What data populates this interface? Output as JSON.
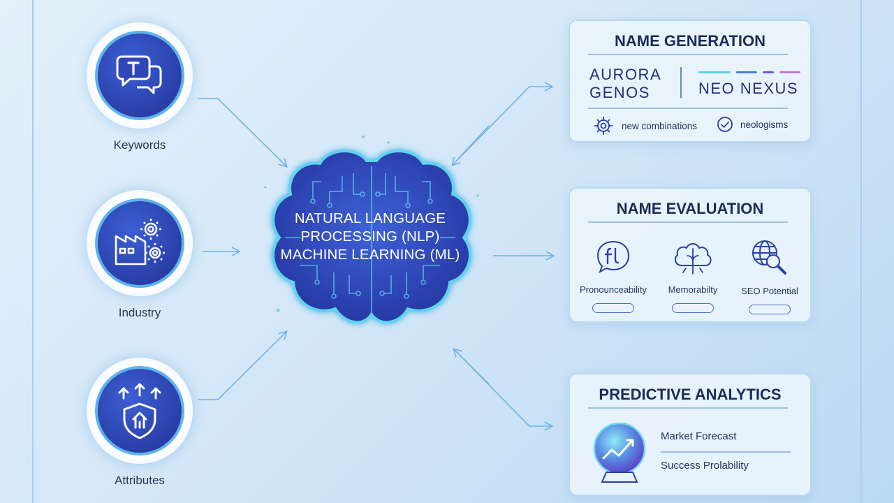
{
  "inputs": [
    {
      "label": "Keywords",
      "icon": "chat-bubbles-icon"
    },
    {
      "label": "Industry",
      "icon": "factory-gears-icon"
    },
    {
      "label": "Attributes",
      "icon": "shield-arrows-icon"
    }
  ],
  "core": {
    "line1": "NATURAL LANGUAGE",
    "line2": "PROCESSING (NLP)",
    "line3": "MACHINE LEARNING (ML)",
    "icon": "circuit-brain-icon"
  },
  "name_generation": {
    "title": "NAME GENERATION",
    "brand_a_line1": "AURORA",
    "brand_a_line2": "GENOS",
    "brand_b": "NEO NEXUS",
    "features": [
      {
        "label": "new combinations",
        "icon": "gear-icon"
      },
      {
        "label": "neologisms",
        "icon": "check-circle-icon"
      }
    ]
  },
  "name_evaluation": {
    "title": "NAME EVALUATION",
    "items": [
      {
        "label": "Pronounceability",
        "icon": "speech-fl-icon"
      },
      {
        "label": "Memorabilty",
        "icon": "brain-cloud-icon"
      },
      {
        "label": "SEO Potential",
        "icon": "globe-magnifier-icon"
      }
    ]
  },
  "predictive_analytics": {
    "title": "PREDICTIVE ANALYTICS",
    "metrics": [
      "Market Forecast",
      "Success Prolability"
    ],
    "icon": "crystal-ball-chart-icon"
  },
  "colors": {
    "accent_blue": "#2a3fa8",
    "ring_blue": "#5fb2ee",
    "arrow_blue": "#6fb2e8",
    "title_navy": "#1d2b58",
    "dash_colors": [
      "#5fd0e0",
      "#4d7fd8",
      "#6a5fd6",
      "#c07ad8"
    ]
  }
}
